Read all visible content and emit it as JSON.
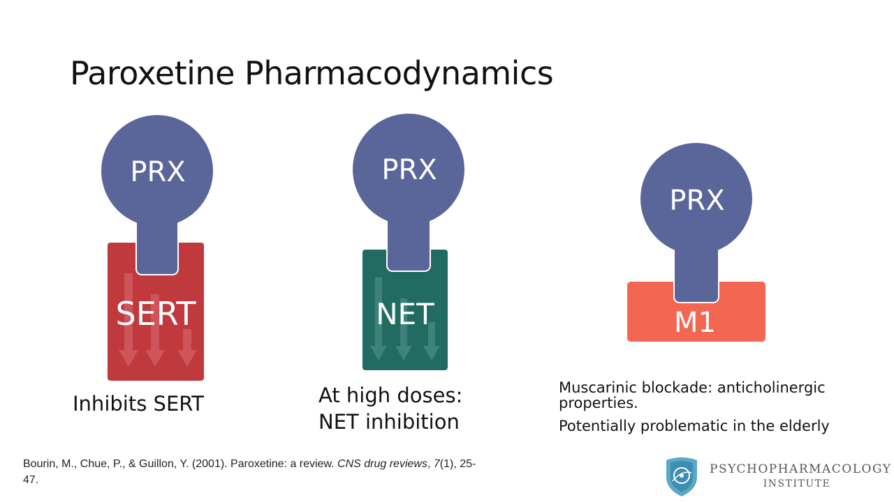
{
  "title": "Paroxetine Pharmacodynamics",
  "colors": {
    "ball": "#5a6599",
    "sert": "#c0393d",
    "net": "#226b62",
    "m1": "#f26652"
  },
  "diagram": {
    "units": [
      {
        "ball_label": "PRX",
        "target_label": "SERT",
        "caption": [
          "Inhibits SERT"
        ]
      },
      {
        "ball_label": "PRX",
        "target_label": "NET",
        "caption": [
          "At high doses:",
          "NET  inhibition"
        ]
      },
      {
        "ball_label": "PRX",
        "target_label": "M1",
        "caption": [
          "Muscarinic blockade: anticholinergic properties.",
          "Potentially problematic in the elderly"
        ]
      }
    ]
  },
  "citation": {
    "authors": "Bourin, M., Chue, P., & Guillon, Y. (2001). Paroxetine: a review. ",
    "journal": "CNS drug reviews",
    "sep": ", ",
    "volume": "7",
    "rest": "(1), 25-47."
  },
  "logo": {
    "line1": "PSYCHOPHARMACOLOGY",
    "line2": "INSTITUTE"
  }
}
